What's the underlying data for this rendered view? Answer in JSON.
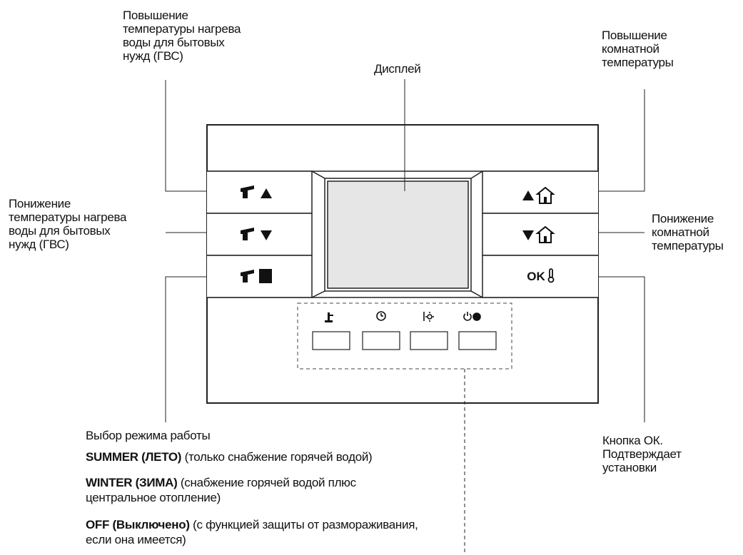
{
  "labels": {
    "dhw_up": "Повышение\nтемпературы нагрева\nводы для бытовых\nнужд (ГВС)",
    "display": "Дисплей",
    "room_up": "Повышение\nкомнатной\nтемпературы",
    "dhw_down": "Понижение\nтемпературы нагрева\nводы для бытовых\nнужд (ГВС)",
    "room_down": "Понижение\nкомнатной\nтемпературы",
    "ok_desc": "Кнопка ОК.\nПодтверждает\nустановки"
  },
  "mode": {
    "title": "Выбор режима работы",
    "summer_bold": "SUMMER (ЛЕТО)",
    "summer_rest": " (только снабжение горячей водой)",
    "winter_bold": "WINTER (ЗИМА)",
    "winter_rest": " (снабжение горячей водой плюс центральное отопление)",
    "off_bold": "OFF (Выключено)",
    "off_rest": " (с функцией защиты от размораживания, если она имеется)"
  },
  "buttons": {
    "ok_label": "OK"
  },
  "icons": {
    "left": [
      "faucet-up-icon",
      "faucet-down-icon",
      "faucet-radiator-icon"
    ],
    "right": [
      "arrow-up-house-icon",
      "arrow-down-house-icon",
      "ok-thermometer-icon"
    ],
    "bottom": [
      "faucet-small-icon",
      "day-clock-icon",
      "brightness-icon",
      "power-flame-icon"
    ]
  },
  "colors": {
    "display_fill": "#e6e6e6",
    "stroke": "#222222"
  }
}
